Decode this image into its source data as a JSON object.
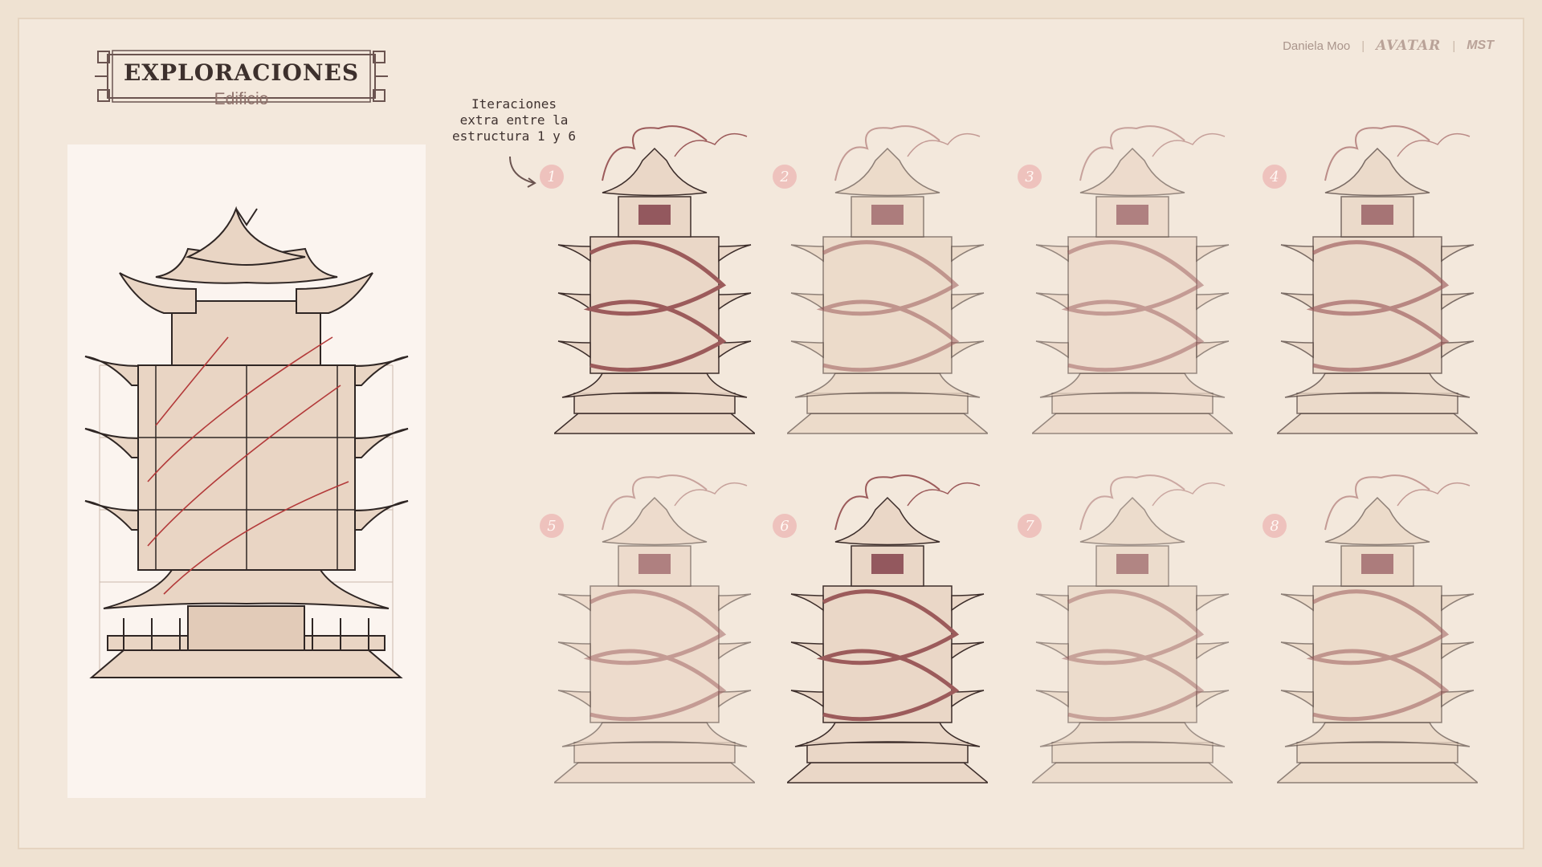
{
  "header": {
    "title": "EXPLORACIONES",
    "subtitle": "Edificio"
  },
  "credits": {
    "author": "Daniela Moo",
    "logo_avatar": "AVATAR",
    "logo_mst": "MST"
  },
  "annotation": {
    "lines": [
      "Iteraciones",
      "extra entre la",
      "estructura 1 y 6"
    ]
  },
  "variants": [
    {
      "number": "1"
    },
    {
      "number": "2"
    },
    {
      "number": "3"
    },
    {
      "number": "4"
    },
    {
      "number": "5"
    },
    {
      "number": "6"
    },
    {
      "number": "7"
    },
    {
      "number": "8"
    }
  ],
  "colors": {
    "background": "#f3e8dc",
    "panel": "#fbf4ef",
    "building_fill": "#e9d5c4",
    "outline": "#2f2624",
    "dragon": "#9c5b5b",
    "accent_red": "#b33a3a",
    "window": "#8a4a52",
    "badge": "#eec2bd"
  },
  "icons": [
    "arrow-curved-icon",
    "avatar-logo-icon",
    "mst-logo-icon"
  ]
}
